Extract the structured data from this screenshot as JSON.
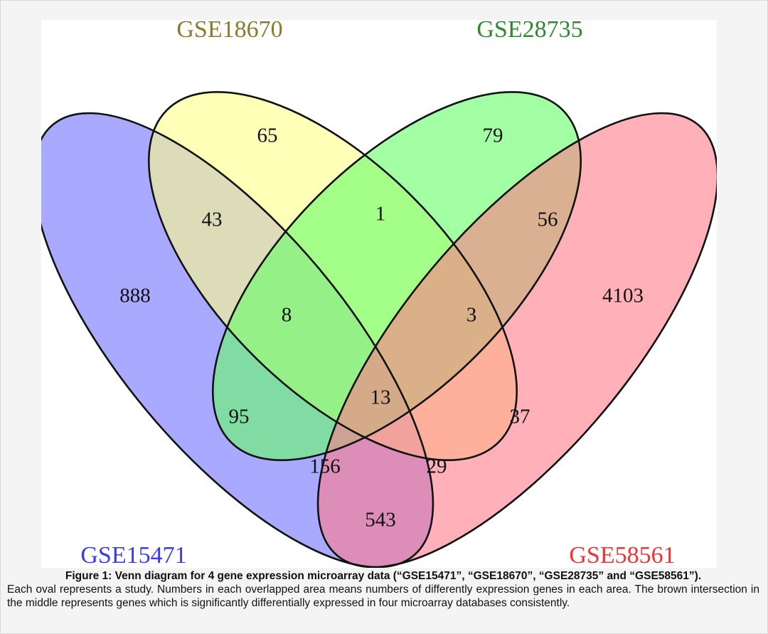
{
  "colors": {
    "GSE15471": "#7070ff",
    "GSE18670": "#ffff88",
    "GSE28735": "#66ff66",
    "GSE58561": "#ff7b88",
    "label_GSE15471": "#3a3af0",
    "label_GSE18670": "#8a7a2a",
    "label_GSE28735": "#2e8a2e",
    "label_GSE58561": "#ee3333"
  },
  "sets": {
    "GSE15471": "GSE15471",
    "GSE18670": "GSE18670",
    "GSE28735": "GSE28735",
    "GSE58561": "GSE58561"
  },
  "regions": [
    {
      "sets": [
        "GSE18670"
      ],
      "value": "65"
    },
    {
      "sets": [
        "GSE28735"
      ],
      "value": "79"
    },
    {
      "sets": [
        "GSE15471",
        "GSE18670"
      ],
      "value": "43"
    },
    {
      "sets": [
        "GSE18670",
        "GSE28735"
      ],
      "value": "1"
    },
    {
      "sets": [
        "GSE28735",
        "GSE58561"
      ],
      "value": "56"
    },
    {
      "sets": [
        "GSE15471"
      ],
      "value": "888"
    },
    {
      "sets": [
        "GSE15471",
        "GSE18670",
        "GSE28735"
      ],
      "value": "8"
    },
    {
      "sets": [
        "GSE18670",
        "GSE28735",
        "GSE58561"
      ],
      "value": "3"
    },
    {
      "sets": [
        "GSE58561"
      ],
      "value": "4103"
    },
    {
      "sets": [
        "GSE15471",
        "GSE18670",
        "GSE28735",
        "GSE58561"
      ],
      "value": "13"
    },
    {
      "sets": [
        "GSE15471",
        "GSE28735"
      ],
      "value": "95"
    },
    {
      "sets": [
        "GSE18670",
        "GSE58561"
      ],
      "value": "37"
    },
    {
      "sets": [
        "GSE15471",
        "GSE28735",
        "GSE58561"
      ],
      "value": "156"
    },
    {
      "sets": [
        "GSE15471",
        "GSE18670",
        "GSE58561"
      ],
      "value": "29"
    },
    {
      "sets": [
        "GSE15471",
        "GSE58561"
      ],
      "value": "543"
    }
  ],
  "caption": {
    "title": "Figure 1: Venn diagram for 4 gene expression microarray data (“GSE15471”, “GSE18670”, “GSE28735” and “GSE58561”).",
    "body": "Each oval represents a study. Numbers in each overlapped area means numbers of differently expression genes in each area. The brown intersection in the middle represents genes which is significantly differentially expressed in four microarray databases consistently."
  }
}
